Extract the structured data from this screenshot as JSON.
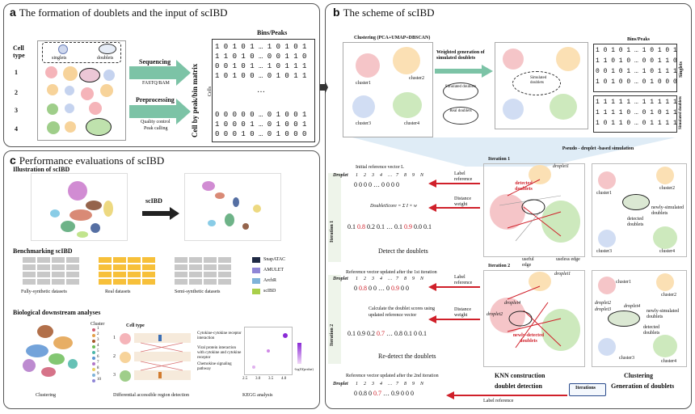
{
  "panel_a": {
    "letter": "a",
    "title": "The formation of doublets and the input of scIBD",
    "cell_type": "Cell type",
    "rows": [
      "1",
      "2",
      "3",
      "4"
    ],
    "singlets": "singlets",
    "doublets": "doublets",
    "sequencing": "Sequencing",
    "fastq": "FASTQ/BAM",
    "preprocessing": "Preprocessing",
    "qc": "Quality control",
    "peak_calling": "Peak calling",
    "matrix_axis": "Cell by peak/bin matrix",
    "cells": "Cells",
    "bins_peaks": "Bins/Peaks",
    "matrix_top": [
      "1 0 1 0 1 … 1 0 1 0 1",
      "1 1 0 1 0 … 0 0 1 1 0",
      "0 0 1 0 1 … 1 0 1 1 1",
      "1 0 1 0 0 … 0 1 0 1 1"
    ],
    "matrix_bottom": [
      "0 0 0 0 0 … 0 1 0 0 1",
      "1 0 0 0 1 … 0 1 0 0 1",
      "0 0 0 1 0 … 0 1 0 0 0"
    ],
    "ellipsis": "…"
  },
  "panel_b": {
    "letter": "b",
    "title": "The scheme of scIBD",
    "clustering": "Clustering (PCA+UMAP+DBSCAN)",
    "weighted": "Weighted generation of simulated doublets",
    "clusters": [
      "cluster1",
      "cluster2",
      "cluster3",
      "cluster4"
    ],
    "simulated_doublets": "Simulated doublets",
    "real_doublets": "Real doublets",
    "bins_peaks": "Bins/Peaks",
    "singlets": "Singlets",
    "simulated_doublets_side": "Simulated doublets",
    "matrix_singlets": [
      "1 0 1 0 1 … 1 0 1 0 1",
      "1 1 0 1 0 … 0 0 1 1 0",
      "0 0 1 0 1 … 1 0 1 1 1",
      "1 0 1 0 0 … 0 1 0 0 0"
    ],
    "matrix_doublets": [
      "1 1 1 1 1 … 1 1 1 1 1",
      "1 1 1 1 0 … 0 1 0 1 1",
      "1 0 1 1 0 … 0 1 1 1 1"
    ],
    "pseudo": "Pseudo - droplet -based simulation",
    "iteration1": "Iteration 1",
    "iteration2": "Iteration 2",
    "initial_vector": "Initial reference vector L",
    "droplet": "Droplet",
    "indices": [
      "1",
      "2",
      "3",
      "4",
      "…",
      "7",
      "8",
      "9",
      "N"
    ],
    "init_row": "0 0 0 0 … 0 0 0 0",
    "label_reference": "Label reference",
    "distance_weight": "Distance weight",
    "formula": "DoubletScore = Σ I × w",
    "score_row1_parts": [
      "0.1 ",
      "0.8",
      " 0.2 0.1 … 0.1 ",
      "0.9",
      " 0.0 0.1"
    ],
    "detect": "Detect the doublets",
    "updated1": "Reference vector updated after the 1st iteration",
    "upd1_parts": [
      "0 ",
      "0.8",
      " 0 0 … 0 ",
      "0.9",
      " 0 0"
    ],
    "calculate": "Calculate the doublet scores using updated reference vector",
    "score_row2_parts": [
      "0.1 0.9 0.2 ",
      "0.7",
      " … 0.8 0.1 0 0.1"
    ],
    "redetect": "Re-detect the doublets",
    "updated2": "Reference vector updated after the 2nd iteration",
    "upd2_parts": [
      "0 0.8 0 ",
      "0.7",
      " … 0.9 0 0 0"
    ],
    "label_reference_bottom": "Label reference",
    "iterations_box": "Iterations",
    "knn1": "detected doublets",
    "knn2": "newly-detected doublets",
    "useful_edge": "useful edge",
    "useless_edge": "useless edge",
    "droplets": [
      "droplet1",
      "droplet2",
      "droplet3",
      "droplet4"
    ],
    "knn_caption_1": "KNN construction",
    "knn_caption_2": "doublet detection",
    "right_caption_1": "Clustering",
    "right_caption_2": "Generation of doublets",
    "newly_simulated": "newly-simulated doublets",
    "detected_doublets": "detected doublets"
  },
  "panel_c": {
    "letter": "c",
    "title": "Performance evaluations of scIBD",
    "illustration": "Illustration of scIBD",
    "scibd_arrow": "scIBD",
    "benchmarking": "Benchmarking scIBD",
    "fully": "Fully-synthetic datasets",
    "real": "Real datasets",
    "semi": "Semi-synthetic datasets",
    "legend": [
      {
        "name": "SnapATAC",
        "color": "#1f2a44"
      },
      {
        "name": "AMULET",
        "color": "#8f86d6"
      },
      {
        "name": "ArchR",
        "color": "#7fb3d8"
      },
      {
        "name": "scIBD",
        "color": "#a9cf4a"
      }
    ],
    "bio": "Biological downstream analyses",
    "cluster_legend_title": "Cluster",
    "cluster_numbers": [
      "1",
      "2",
      "3",
      "4",
      "5",
      "6",
      "7",
      "8",
      "9",
      "10"
    ],
    "clustering": "Clustering",
    "dar_cell_type": "Cell type",
    "dar_rows": [
      "1",
      "2",
      "3"
    ],
    "dar": "Differential accessible region detection",
    "kegg": "KEGG analysis",
    "kegg_terms": [
      "Cytokine-cytokine receptor interaction",
      "Viral protein interaction with cytokine and cytokine receptor",
      "Chemokine signaling pathway"
    ],
    "kegg_ticks": [
      "2.5",
      "3.0",
      "3.5",
      "4.0"
    ],
    "kegg_legend": "-log10(pvalue)"
  }
}
